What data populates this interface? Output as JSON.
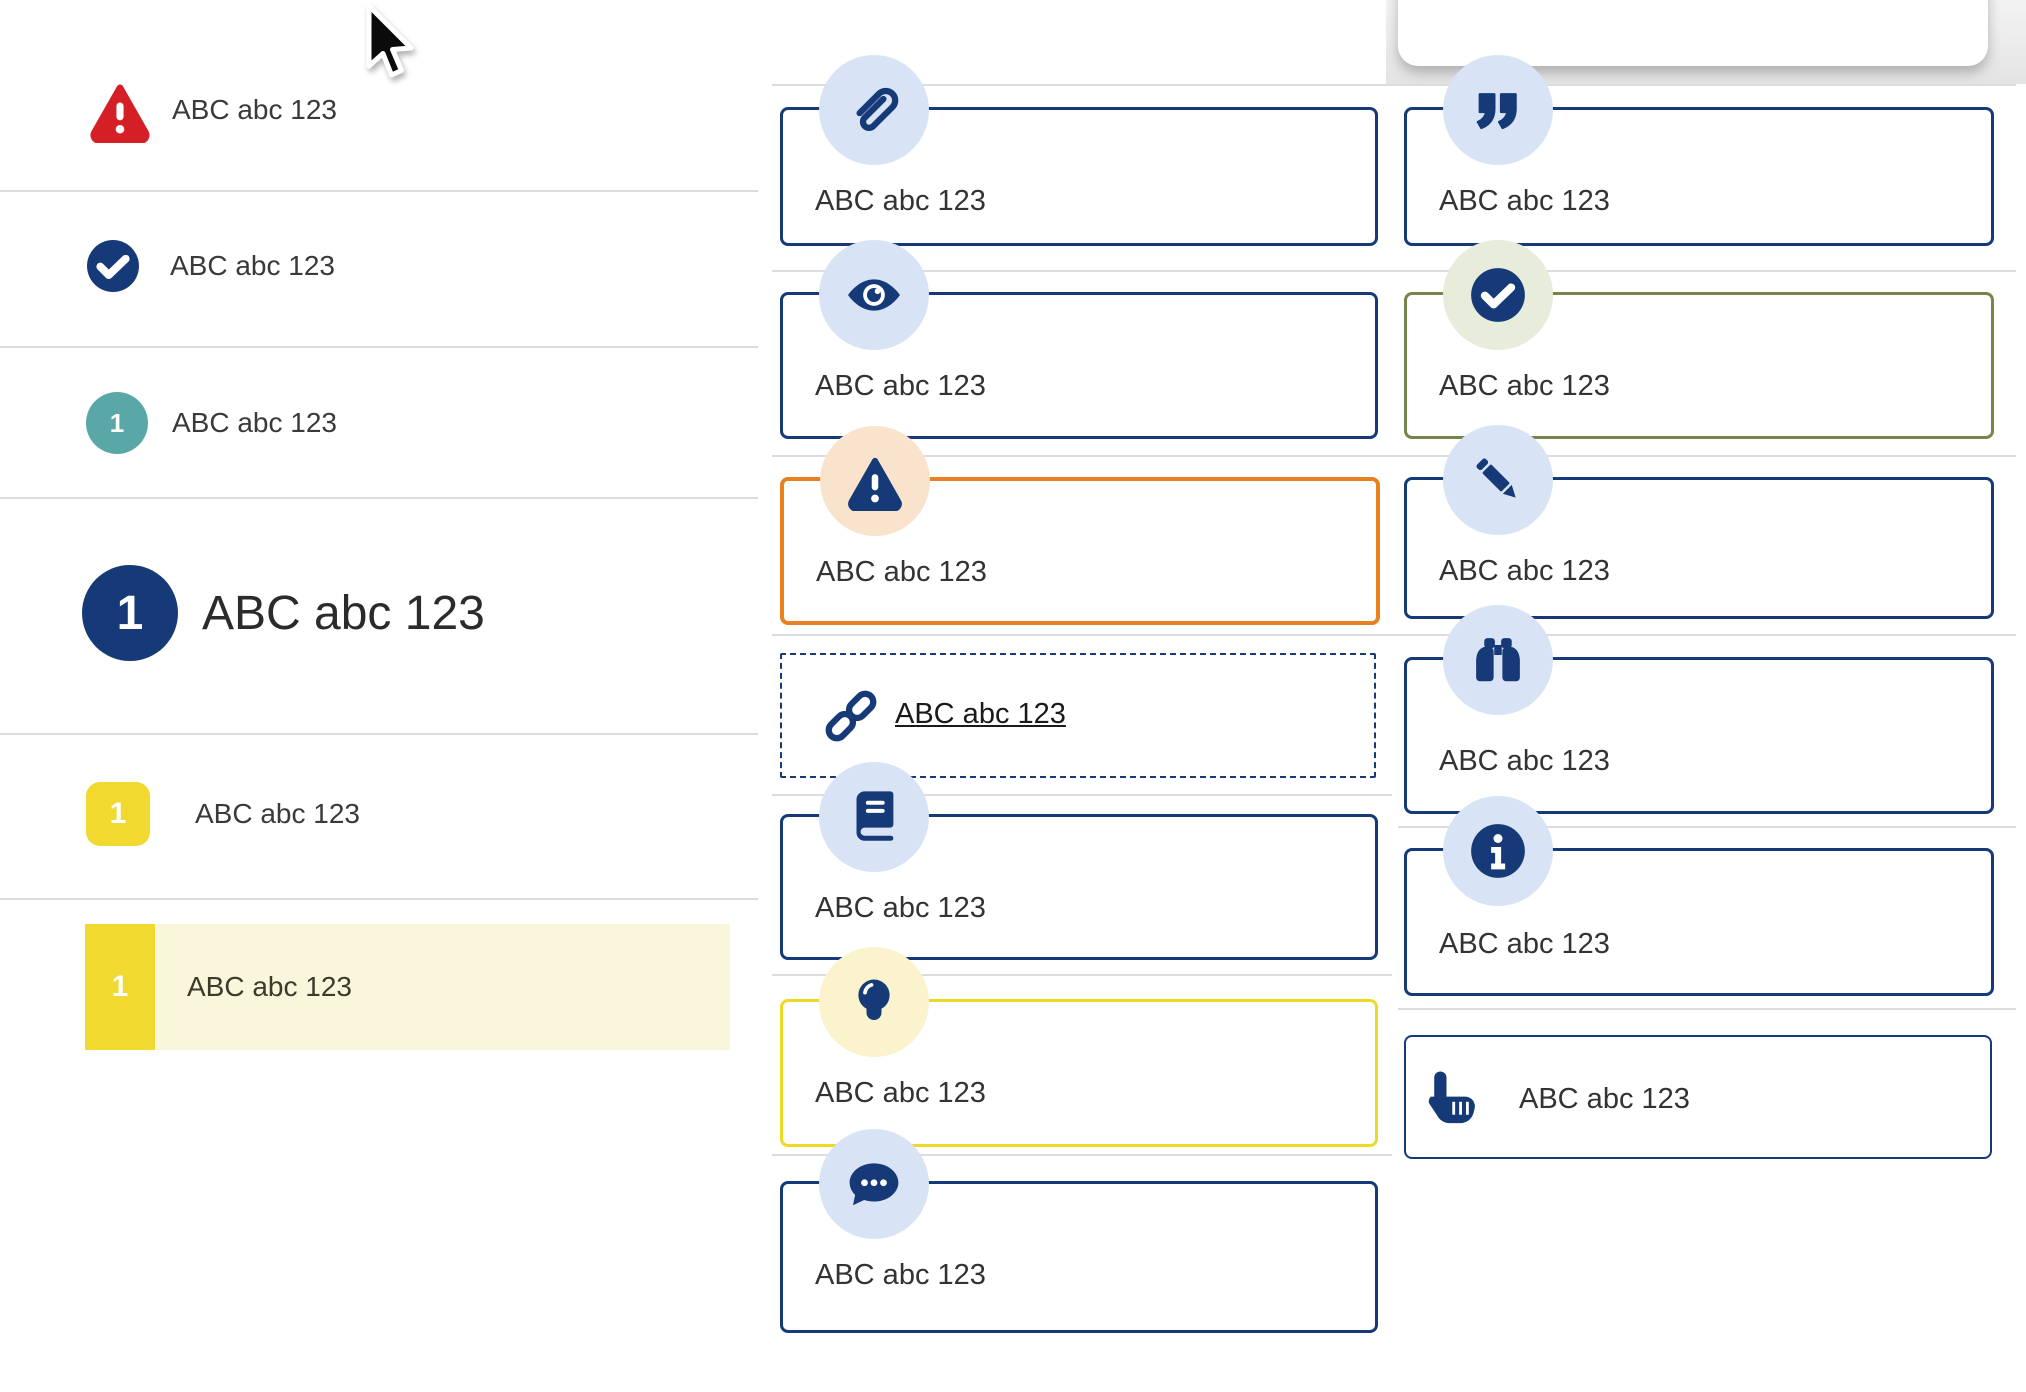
{
  "colors": {
    "navy": "#163A78",
    "ice": "#D8E3F6",
    "peach": "#FAE3CD",
    "palegreen": "#E7ECDB",
    "paleyellow": "#FAF3CD",
    "orange": "#E8821F",
    "olive": "#76854B",
    "yellow": "#F0D925",
    "yellowsq": "#F1D930",
    "highlight": "#FAF6DC",
    "red": "#D51F26",
    "teal": "#5AA7A7",
    "divider": "#DCDCDC",
    "text": "#3A3A3A",
    "strip": "#ECECEC"
  },
  "left_list": {
    "items": [
      {
        "icon": "warning-triangle-icon",
        "label": "ABC abc 123"
      },
      {
        "icon": "check-circle-icon",
        "label": "ABC abc 123"
      },
      {
        "icon": "numbered-circle-badge",
        "badge": "1",
        "label": "ABC abc 123"
      },
      {
        "icon": "numbered-circle-badge-large",
        "badge": "1",
        "label": "ABC abc 123"
      },
      {
        "icon": "numbered-square-badge",
        "badge": "1",
        "label": "ABC abc 123"
      },
      {
        "icon": "numbered-square-badge",
        "badge": "1",
        "label": "ABC abc 123",
        "highlighted": true
      }
    ]
  },
  "middle_column": {
    "cards": [
      {
        "icon": "paperclip-icon",
        "label": "ABC abc 123",
        "style": "navy"
      },
      {
        "icon": "eye-icon",
        "label": "ABC abc 123",
        "style": "navy"
      },
      {
        "icon": "warning-triangle-icon",
        "label": "ABC abc 123",
        "style": "orange"
      },
      {
        "icon": "link-icon",
        "label": "ABC abc 123",
        "style": "dashed",
        "link": true
      },
      {
        "icon": "book-icon",
        "label": "ABC abc 123",
        "style": "navy"
      },
      {
        "icon": "lightbulb-icon",
        "label": "ABC abc 123",
        "style": "yellow"
      },
      {
        "icon": "comment-dots-icon",
        "label": "ABC abc 123",
        "style": "navy"
      }
    ]
  },
  "right_column": {
    "cards": [
      {
        "icon": "quote-icon",
        "label": "ABC abc 123",
        "style": "navy"
      },
      {
        "icon": "check-circle-icon",
        "label": "ABC abc 123",
        "style": "olive"
      },
      {
        "icon": "pencil-icon",
        "label": "ABC abc 123",
        "style": "navy"
      },
      {
        "icon": "binoculars-icon",
        "label": "ABC abc 123",
        "style": "navy"
      },
      {
        "icon": "info-circle-icon",
        "label": "ABC abc 123",
        "style": "navy"
      },
      {
        "icon": "hand-pointer-icon",
        "label": "ABC abc 123",
        "style": "navy-thin"
      }
    ]
  }
}
